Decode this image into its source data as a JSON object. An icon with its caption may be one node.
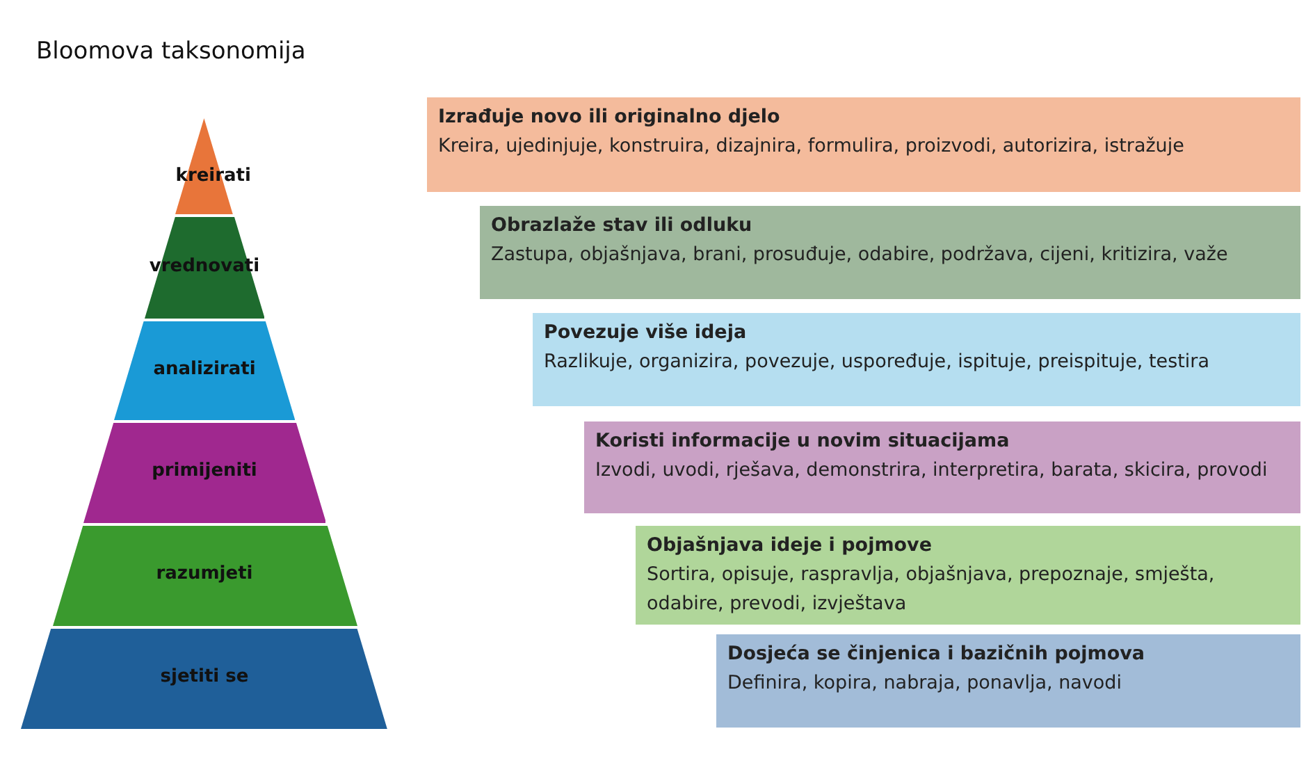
{
  "diagram": {
    "title": "Bloomova taksonomija",
    "nodes": [
      {
        "text": [
          "kreirati"
        ]
      },
      {
        "text": [
          "Izrađuje novo ili originalno djelo",
          "Kreira, ujedinjuje, konstruira, dizajnira, formulira, proizvodi, autorizira, istražuje"
        ]
      },
      {
        "text": [
          "vrednovati"
        ]
      },
      {
        "text": [
          "Obrazlaže stav ili odluku",
          "Zastupa, objašnjava, brani, prosuđuje, odabire, podržava, cijeni, kritizira, važe"
        ]
      },
      {
        "text": [
          "analizirati"
        ]
      },
      {
        "text": [
          "Povezuje više ideja",
          "Razlikuje, organizira, povezuje, uspoređuje, ispituje, preispituje, testira"
        ]
      },
      {
        "text": [
          "primijeniti"
        ]
      },
      {
        "text": [
          "Koristi informacije u novim situacijama",
          "Izvodi, uvodi, rješava, demonstrira, interpretira, barata, skicira, provodi"
        ]
      },
      {
        "text": [
          "razumjeti"
        ]
      },
      {
        "text": [
          "Objašnjava ideje i pojmove",
          "Sortira, opisuje, raspravlja, objašnjava, prepoznaje, smješta, odabire, prevodi, izvještava"
        ]
      },
      {
        "text": [
          "sjetiti se"
        ]
      },
      {
        "text": [
          "Dosjeća se činjenica i bazičnih pojmova",
          "Definira, kopira, nabraja, ponavlja, navodi"
        ]
      }
    ]
  }
}
